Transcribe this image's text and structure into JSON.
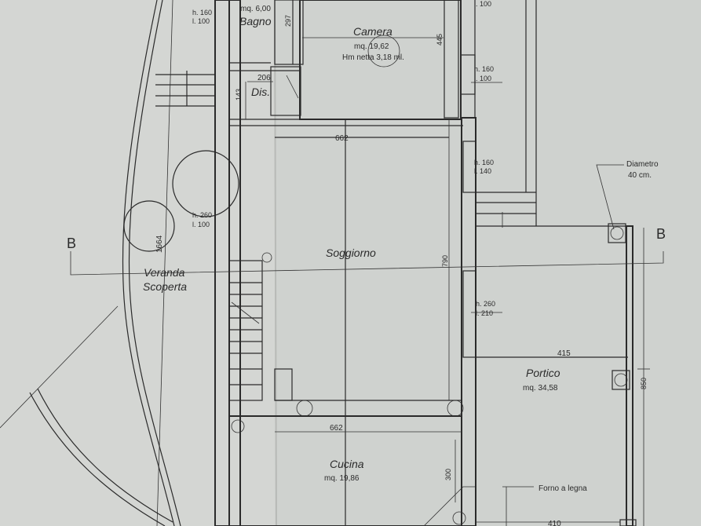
{
  "rooms": {
    "bagno": {
      "area": "mq. 6,00",
      "name": "Bagno"
    },
    "camera": {
      "name": "Camera",
      "area": "mq. 19,62",
      "height": "Hm netta 3,18 ml."
    },
    "dis": {
      "name": "Dis."
    },
    "soggiorno": {
      "name": "Soggiorno"
    },
    "veranda": {
      "line1": "Veranda",
      "line2": "Scoperta"
    },
    "portico": {
      "name": "Portico",
      "area": "mq. 34,58"
    },
    "cucina": {
      "name": "Cucina",
      "area": "mq. 19,86"
    }
  },
  "openings": {
    "bagno_win": {
      "h": "h. 160",
      "l": "l. 100"
    },
    "camera_win": {
      "l": "l. 100"
    },
    "camera_win2": {
      "h": "h. 160",
      "l": "l. 100"
    },
    "soggiorno_win": {
      "h": "h. 160",
      "l": "l. 140"
    },
    "veranda_win": {
      "h": "h. 260",
      "l": "l. 100"
    },
    "portico_door": {
      "h": "h. 260",
      "l": "l. 210"
    }
  },
  "dimensions": {
    "d297": "297",
    "d206": "206",
    "d143": "143",
    "d445": "445",
    "d662_top": "662",
    "d662_bottom": "662",
    "d1664": "1664",
    "d790": "790",
    "d415": "415",
    "d850": "850",
    "d300": "300",
    "d410": "410"
  },
  "annotations": {
    "diametro1": "Diametro",
    "diametro2": "40 cm.",
    "forno": "Forno a legna",
    "section_left": "B",
    "section_right": "B"
  },
  "colors": {
    "paper": "#cfd2cf",
    "ink": "#2a2a2a"
  }
}
